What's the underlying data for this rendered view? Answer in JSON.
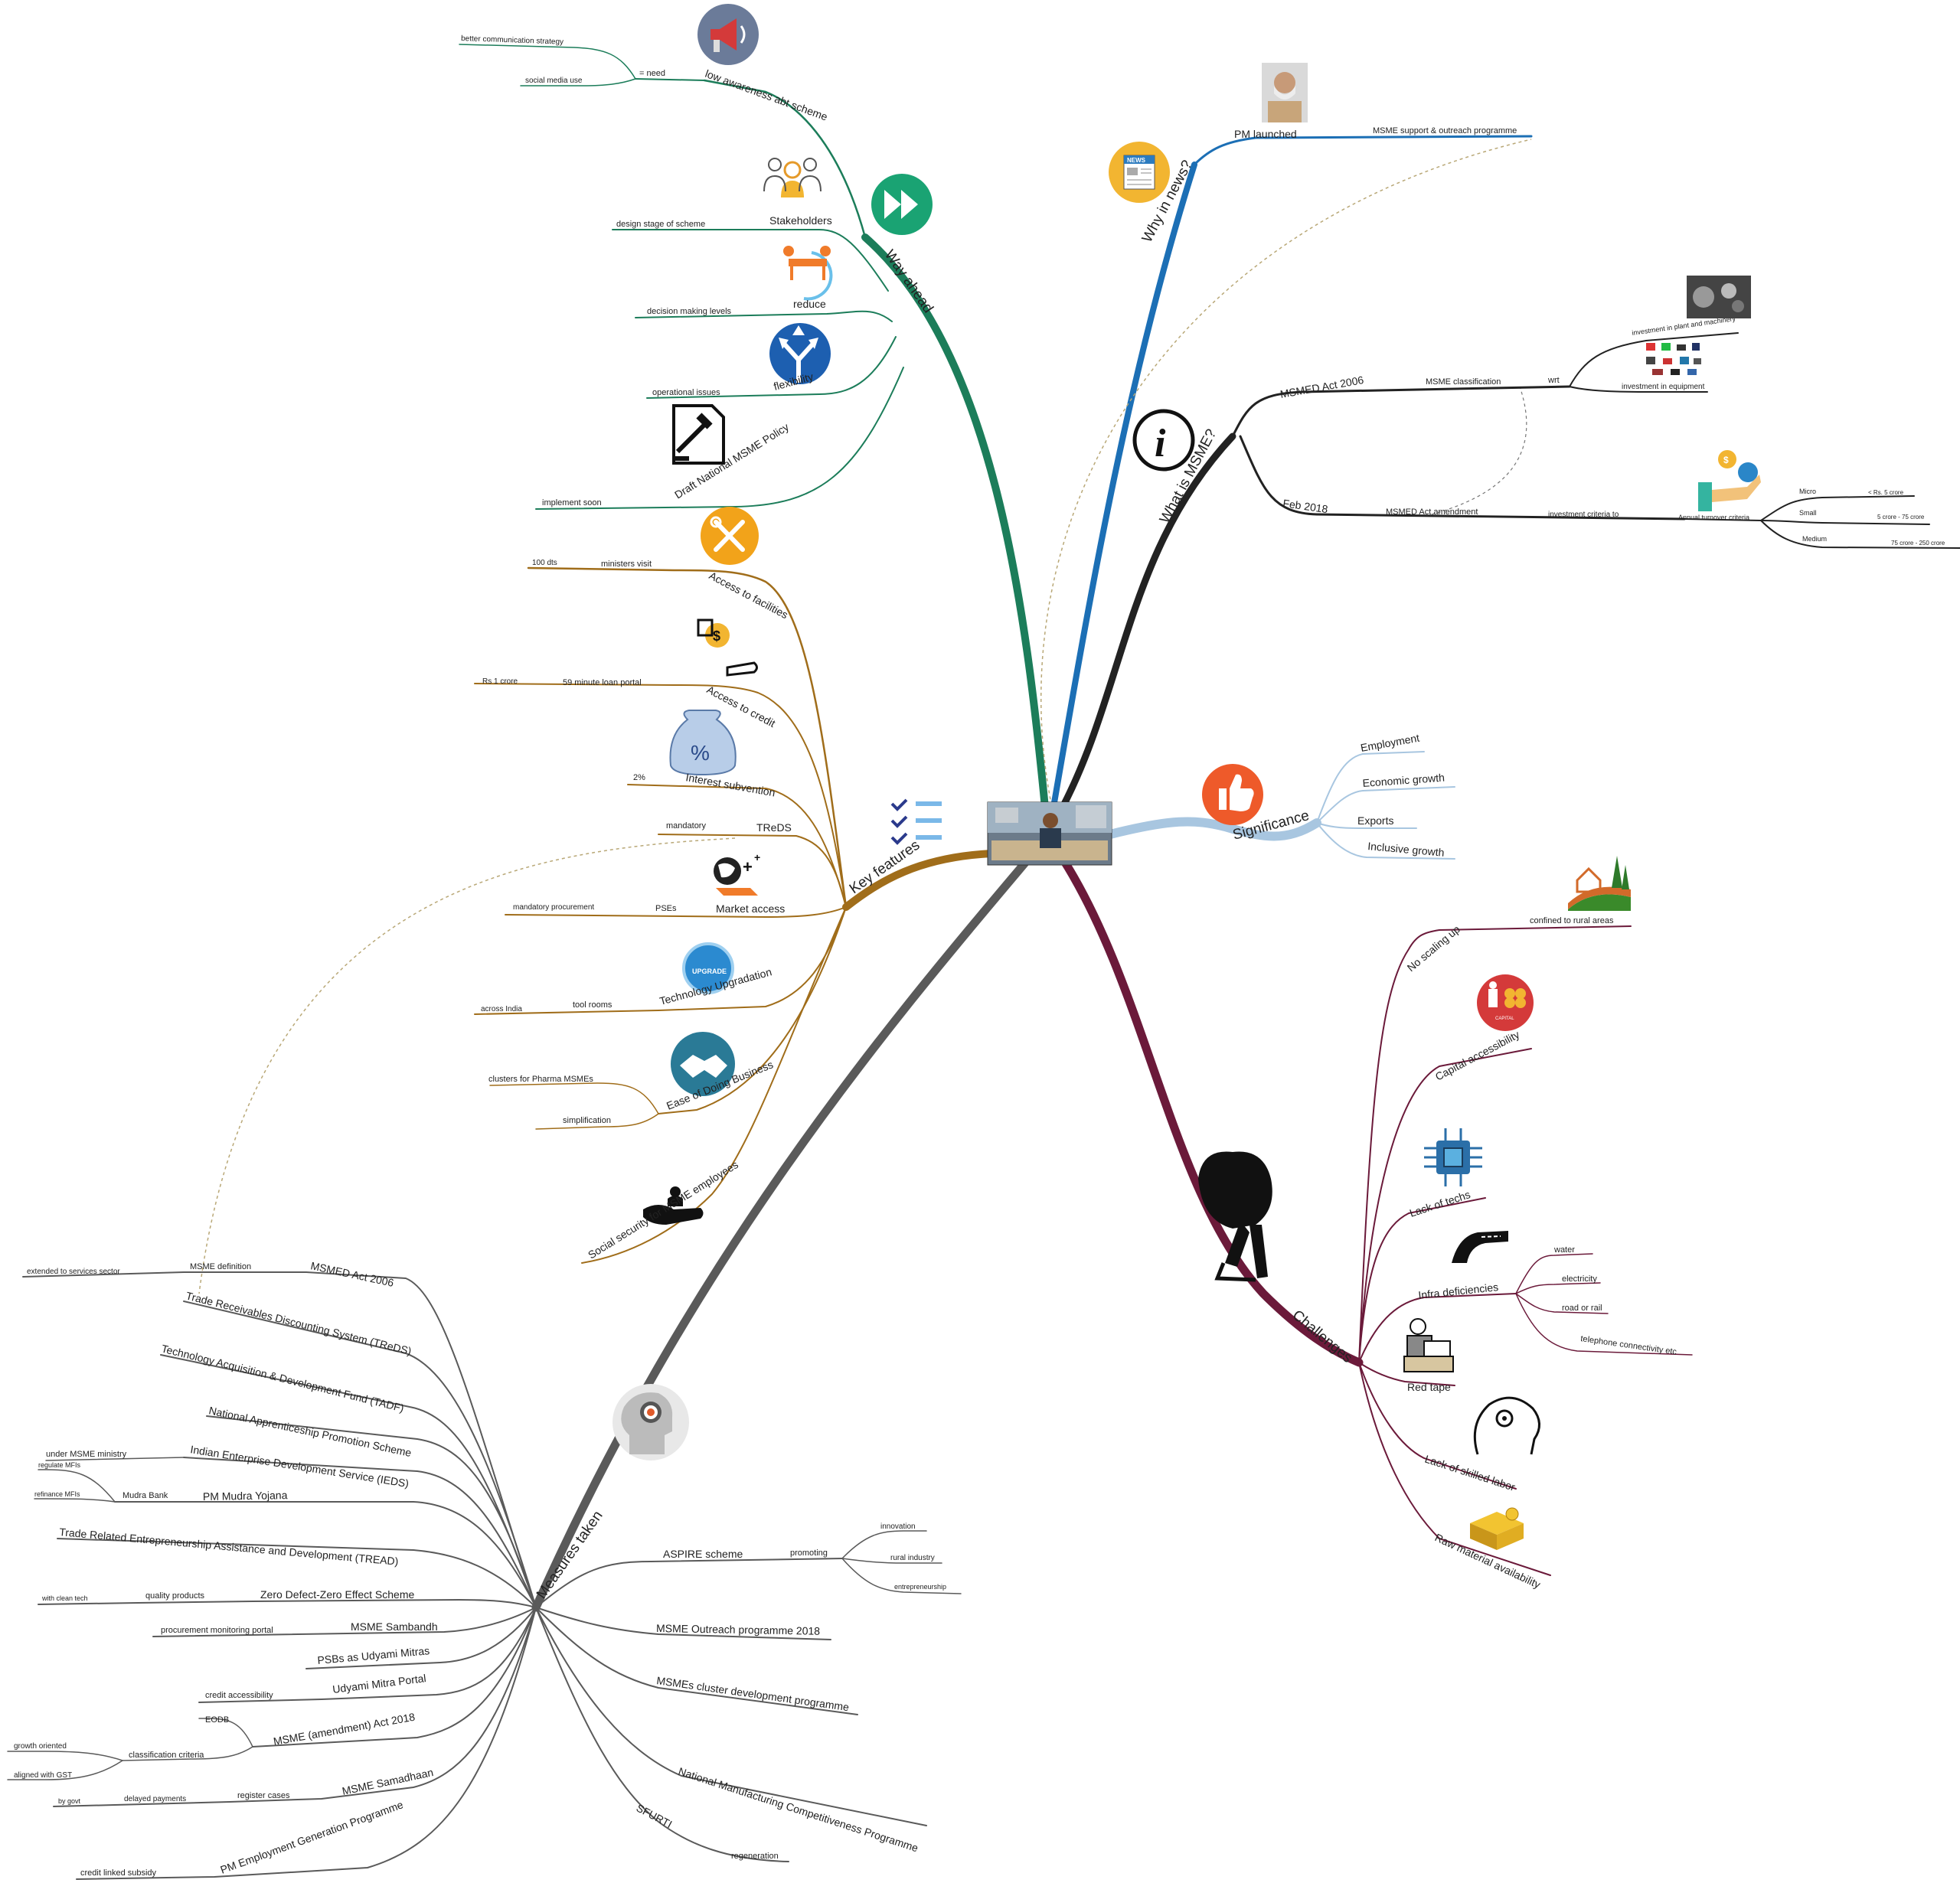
{
  "center": {
    "icon": "worker-photo"
  },
  "branches": {
    "why_in_news": {
      "title": "Why in news?",
      "color": "#1c6fb5",
      "icon": "news-icon",
      "pm_launched": "PM launched",
      "pm_icon": "pm-portrait",
      "outreach": "MSME support & outreach programme"
    },
    "what_is_msme": {
      "title": "What is MSME?",
      "color": "#222222",
      "icon": "info-icon",
      "msmed_act": "MSMED Act 2006",
      "msme_classification": "MSME classification",
      "wrt": "wrt",
      "plant_machinery": "investment in plant and machinery",
      "equipment": "investment in equipment",
      "feb_2018": "Feb 2018",
      "amendment": "MSMED Act amendment",
      "investment_criteria": "investment criteria to",
      "turnover": "Annual turnover criteria",
      "micro": "Micro",
      "micro_val": "< Rs. 5 crore",
      "small": "Small",
      "small_val": "5 crore - 75 crore",
      "medium": "Medium",
      "medium_val": "75 crore - 250 crore"
    },
    "significance": {
      "title": "Significance",
      "color": "#9fc1dd",
      "icon": "thumbs-up-icon",
      "items": [
        "Employment",
        "Economic growth",
        "Exports",
        "Inclusive growth"
      ]
    },
    "challenges": {
      "title": "Challenges",
      "color": "#6b1a3a",
      "icon": "boulder-icon",
      "no_scaling": "No scaling up",
      "rural": "confined to rural areas",
      "capital": "Capital accessibility",
      "capital_badge": "CAPITAL",
      "techs": "Lack of techs",
      "infra": "Infra deficiencies",
      "infra_items": [
        "water",
        "electricity",
        "road or rail",
        "telephone connectivity etc"
      ],
      "red_tape": "Red tape",
      "skilled": "Lack of skilled labor",
      "raw": "Raw material availability"
    },
    "way_ahead": {
      "title": "Way ahead",
      "color": "#1c7d5a",
      "icon": "fast-forward-icon",
      "awareness": "low awareness abt scheme",
      "need": "= need",
      "comm": "better communication strategy",
      "social": "social media use",
      "stakeholders": "Stakeholders",
      "design": "design stage of scheme",
      "reduce": "reduce",
      "decision": "decision making levels",
      "flexibility": "flexibility",
      "operational": "operational issues",
      "draft": "Draft National MSME Policy",
      "implement": "implement soon"
    },
    "key_features": {
      "title": "Key features",
      "color": "#a06d1a",
      "icon": "checklist-icon",
      "facilities": "Access to facilities",
      "ministers": "ministers visit",
      "dts": "100 dts",
      "credit": "Access to credit",
      "portal": "59 minute loan portal",
      "crore": "Rs 1 crore",
      "interest": "Interest subvention",
      "two_pct": "2%",
      "treds": "TReDS",
      "mandatory": "mandatory",
      "market": "Market access",
      "psbs": "PSEs",
      "procurement": "mandatory procurement",
      "tech": "Technology Upgradation",
      "tech_badge": "UPGRADE",
      "tool": "tool rooms",
      "across": "across India",
      "ease": "Ease of Doing Business",
      "pharma": "clusters for Pharma MSMEs",
      "simplification": "simplification",
      "social_sec": "Social security for MSME employees"
    },
    "measures": {
      "title": "Measures taken",
      "color": "#5a5a5a",
      "icon": "head-target-icon",
      "msmed": "MSMED Act 2006",
      "msme_def": "MSME definition",
      "services": "extended to services sector",
      "treds": "Trade Receivables Discounting System (TReDS)",
      "tadf": "Technology Acquisition & Development Fund (TADF)",
      "napsch": "National Apprenticeship Promotion Scheme",
      "ieds": "Indian Enterprise Development Service (IEDS)",
      "under_ministry": "under MSME ministry",
      "mudra": "PM Mudra Yojana",
      "mudra_bank": "Mudra Bank",
      "regulate": "regulate MFIs",
      "refinance": "refinance MFIs",
      "tread": "Trade Related Entrepreneurship Assistance and Development (TREAD)",
      "zed": "Zero Defect-Zero Effect Scheme",
      "quality": "quality products",
      "clean": "with clean tech",
      "sambandh": "MSME Sambandh",
      "proc_portal": "procurement monitoring portal",
      "psbs_udyami": "PSBs as Udyami Mitras",
      "udyami_portal": "Udyami Mitra Portal",
      "credit_acc": "credit accessibility",
      "amend": "MSME (amendment) Act 2018",
      "eodb": "EODB",
      "class_criteria": "classification criteria",
      "growth": "growth oriented",
      "gst": "aligned with GST",
      "samadhaan": "MSME Samadhaan",
      "register": "register cases",
      "delayed": "delayed payments",
      "by_govt": "by govt",
      "pmegp": "PM Employment Generation Programme",
      "subsidy": "credit linked subsidy",
      "aspire": "ASPIRE scheme",
      "promoting": "promoting",
      "innovation": "innovation",
      "rural_ind": "rural industry",
      "entre": "entrepreneurship",
      "outreach": "MSME Outreach programme 2018",
      "cluster": "MSMEs cluster development programme",
      "nmcp": "National Manufacturing Competitiveness Programme",
      "sfurti": "SFURTI",
      "regen": "regeneration"
    }
  }
}
